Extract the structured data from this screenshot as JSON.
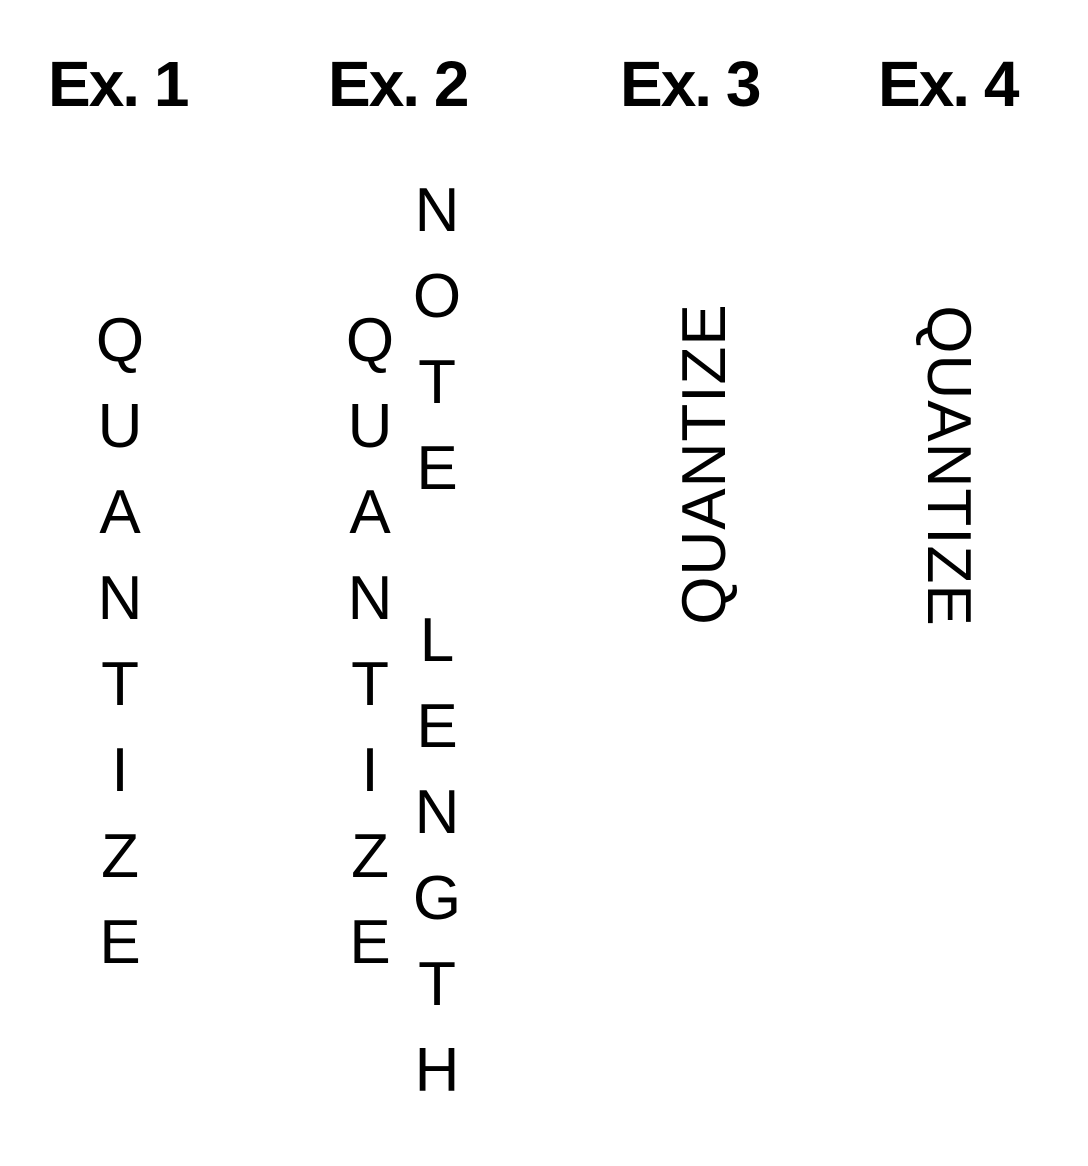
{
  "examples": [
    {
      "heading": "Ex. 1",
      "letters": [
        "Q",
        "U",
        "A",
        "N",
        "T",
        "I",
        "Z",
        "E"
      ]
    },
    {
      "heading": "Ex. 2",
      "letters_a": [
        "Q",
        "U",
        "A",
        "N",
        "T",
        "I",
        "Z",
        "E"
      ],
      "letters_b": [
        "N",
        "O",
        "T",
        "E",
        "",
        "L",
        "E",
        "N",
        "G",
        "T",
        "H"
      ]
    },
    {
      "heading": "Ex. 3",
      "word": "QUANTIZE",
      "orientation": "rotated-counterclockwise"
    },
    {
      "heading": "Ex. 4",
      "word": "QUANTIZE",
      "orientation": "rotated-clockwise"
    }
  ]
}
